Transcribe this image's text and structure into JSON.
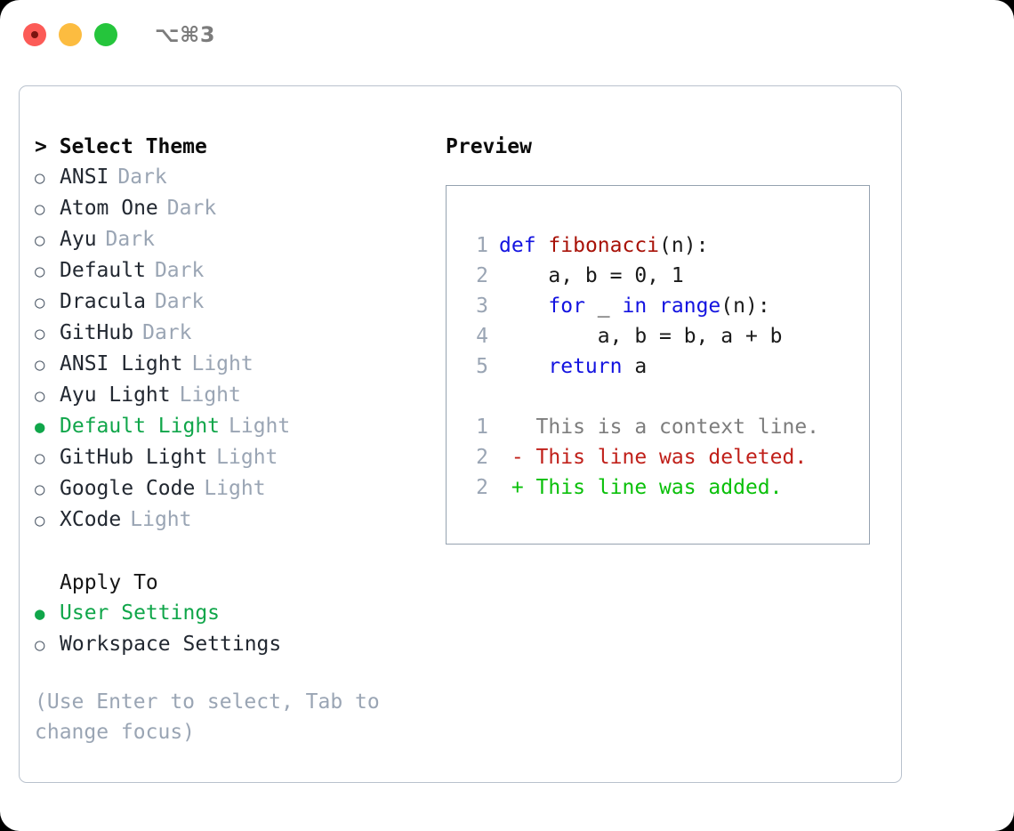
{
  "titlebar": {
    "shortcut": "⌥⌘3",
    "lights": [
      {
        "name": "close",
        "color": "#fc5b57"
      },
      {
        "name": "minimize",
        "color": "#fcbc40"
      },
      {
        "name": "zoom",
        "color": "#25c53c"
      }
    ]
  },
  "colors": {
    "accent_green": "#10a64a",
    "muted": "#9aa5b4",
    "keyword_blue": "#1313e0",
    "function_red": "#a81208",
    "diff_deleted": "#c0201a",
    "diff_added": "#0ac00a",
    "border": "#b9c2cd"
  },
  "theme_section": {
    "caret": "> ",
    "title": "Select Theme",
    "bullet_selected": "●",
    "bullet_unselected": "○",
    "items": [
      {
        "label": "ANSI",
        "badge": "Dark",
        "selected": false
      },
      {
        "label": "Atom One",
        "badge": "Dark",
        "selected": false
      },
      {
        "label": "Ayu",
        "badge": "Dark",
        "selected": false
      },
      {
        "label": "Default",
        "badge": "Dark",
        "selected": false
      },
      {
        "label": "Dracula",
        "badge": "Dark",
        "selected": false
      },
      {
        "label": "GitHub",
        "badge": "Dark",
        "selected": false
      },
      {
        "label": "ANSI Light",
        "badge": "Light",
        "selected": false
      },
      {
        "label": "Ayu Light",
        "badge": "Light",
        "selected": false
      },
      {
        "label": "Default Light",
        "badge": "Light",
        "selected": true
      },
      {
        "label": "GitHub Light",
        "badge": "Light",
        "selected": false
      },
      {
        "label": "Google Code",
        "badge": "Light",
        "selected": false
      },
      {
        "label": "XCode",
        "badge": "Light",
        "selected": false
      }
    ]
  },
  "apply_section": {
    "title": "Apply To",
    "items": [
      {
        "label": "User Settings",
        "selected": true
      },
      {
        "label": "Workspace Settings",
        "selected": false
      }
    ]
  },
  "hint": "(Use Enter to select, Tab to change focus)",
  "preview": {
    "title": "Preview",
    "code_lines": [
      {
        "num": "1",
        "indent": "",
        "tokens": [
          {
            "t": "def",
            "c": "kw"
          },
          {
            "t": " ",
            "c": "ctext"
          },
          {
            "t": "fibonacci",
            "c": "fn"
          },
          {
            "t": "(n):",
            "c": "ctext"
          }
        ]
      },
      {
        "num": "2",
        "indent": "    ",
        "tokens": [
          {
            "t": "a, b = 0, 1",
            "c": "ctext"
          }
        ]
      },
      {
        "num": "3",
        "indent": "    ",
        "tokens": [
          {
            "t": "for",
            "c": "kw"
          },
          {
            "t": " _ ",
            "c": "ctext"
          },
          {
            "t": "in",
            "c": "kw"
          },
          {
            "t": " ",
            "c": "ctext"
          },
          {
            "t": "range",
            "c": "kw"
          },
          {
            "t": "(n):",
            "c": "ctext"
          }
        ]
      },
      {
        "num": "4",
        "indent": "        ",
        "tokens": [
          {
            "t": "a, b = b, a + b",
            "c": "ctext"
          }
        ]
      },
      {
        "num": "5",
        "indent": "    ",
        "tokens": [
          {
            "t": "return",
            "c": "kw"
          },
          {
            "t": " a",
            "c": "ctext"
          }
        ]
      }
    ],
    "diff_lines": [
      {
        "num": "1",
        "marker": "  ",
        "text": "This is a context line.",
        "c": "ctx"
      },
      {
        "num": "2",
        "marker": "- ",
        "text": "This line was deleted.",
        "c": "del"
      },
      {
        "num": "2",
        "marker": "+ ",
        "text": "This line was added.",
        "c": "add"
      }
    ]
  }
}
